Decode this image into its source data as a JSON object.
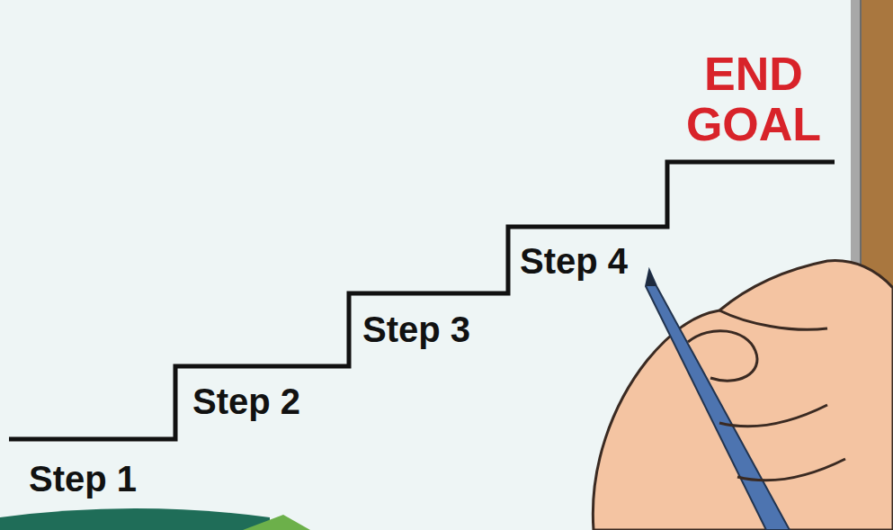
{
  "diagram": {
    "labels": [
      "END GOAL",
      "Step 4",
      "Step 3",
      "Step 2",
      "Step 1"
    ]
  }
}
